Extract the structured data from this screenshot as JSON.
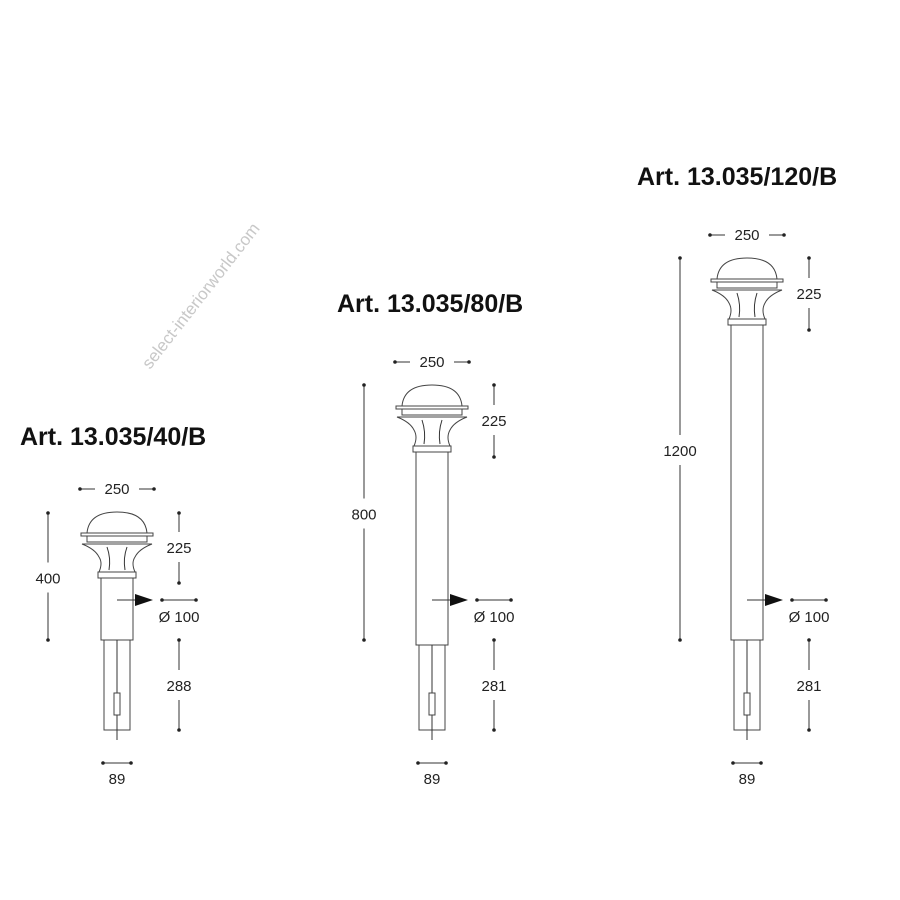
{
  "watermark": "select-interiorworld.com",
  "lamps": [
    {
      "title": "Art. 13.035/40/B",
      "head_width": "250",
      "total_height": "400",
      "head_height": "225",
      "diameter": "Ø 100",
      "ground_depth": "288",
      "base_width": "89"
    },
    {
      "title": "Art. 13.035/80/B",
      "head_width": "250",
      "total_height": "800",
      "head_height": "225",
      "diameter": "Ø 100",
      "ground_depth": "281",
      "base_width": "89"
    },
    {
      "title": "Art. 13.035/120/B",
      "head_width": "250",
      "total_height": "1200",
      "head_height": "225",
      "diameter": "Ø 100",
      "ground_depth": "281",
      "base_width": "89"
    }
  ]
}
